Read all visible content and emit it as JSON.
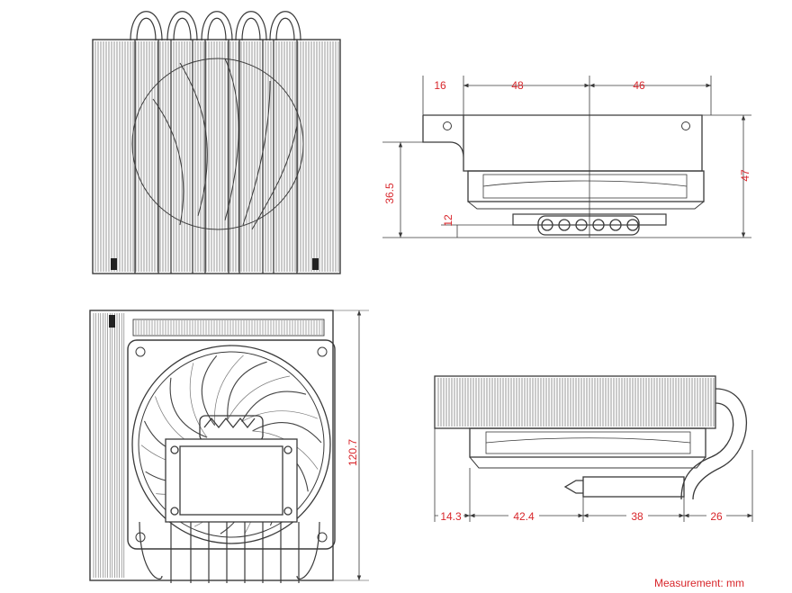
{
  "views": [
    {
      "id": "top-view"
    },
    {
      "id": "front-view"
    },
    {
      "id": "bottom-view"
    },
    {
      "id": "side-view"
    }
  ],
  "dimensions": {
    "front_width_left": "16",
    "front_width_mid": "48",
    "front_width_right": "46",
    "front_height_total": "47",
    "front_height_clearance": "36.5",
    "front_height_base": "12",
    "bottom_height": "120.7",
    "side_offset": "14.3",
    "side_seg1": "42.4",
    "side_seg2": "38",
    "side_seg3": "26"
  },
  "footer": {
    "measurement_note": "Measurement: mm"
  },
  "colors": {
    "dimension_text": "#d8262b",
    "line": "#3a3a3a"
  }
}
